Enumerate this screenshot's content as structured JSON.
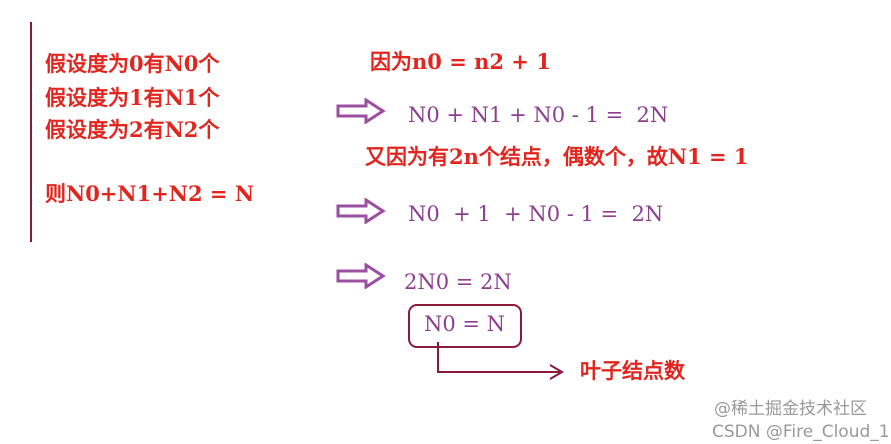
{
  "left": {
    "lines": [
      "假设度为0有N0个",
      "假设度为1有N1个",
      "假设度为2有N2个",
      "则N0+N1+N2 = N"
    ]
  },
  "right": {
    "line1": "因为n0 = n2 + 1",
    "line2": "N0 + N1 + N0 - 1 =  2N",
    "line3": "又因为有2n个结点，偶数个，故N1 = 1",
    "line4": "N0  + 1  + N0 - 1 =  2N",
    "line5": "2N0 = 2N",
    "line6": "N0 = N",
    "note": "叶子结点数"
  },
  "watermark": {
    "a": "@稀土掘金技术社区",
    "b": "CSDN @Fire_Cloud_1"
  },
  "colors": {
    "red": "#e0261f",
    "purple": "#8c3f8e",
    "maroon": "#8b1a3a"
  }
}
